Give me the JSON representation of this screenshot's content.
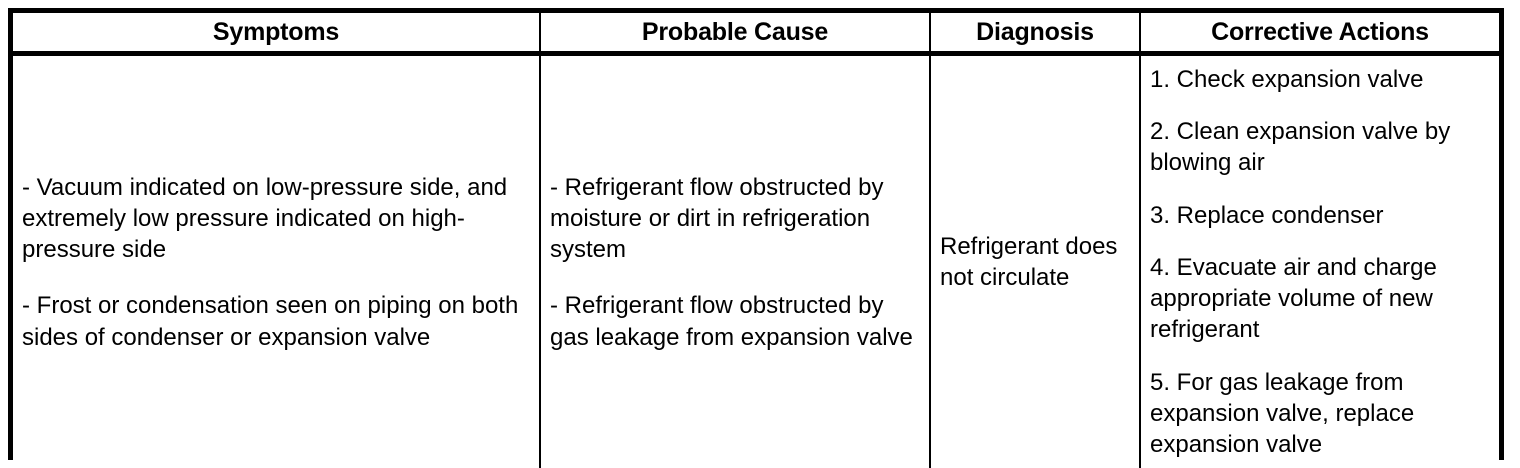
{
  "table": {
    "columns": [
      {
        "key": "symptoms",
        "header": "Symptoms"
      },
      {
        "key": "cause",
        "header": "Probable Cause"
      },
      {
        "key": "diagnosis",
        "header": "Diagnosis"
      },
      {
        "key": "actions",
        "header": "Corrective Actions"
      }
    ],
    "rows": [
      {
        "symptoms": [
          "- Vacuum indicated on low-pressure side, and extremely low pressure indicated on high-pressure side",
          "- Frost or condensation seen on piping on both sides of condenser or expansion valve"
        ],
        "cause": [
          "- Refrigerant flow obstructed by moisture or dirt in refrigeration system",
          "- Refrigerant flow obstructed by gas leakage from expansion valve"
        ],
        "diagnosis": [
          "Refrigerant does not circulate"
        ],
        "actions": [
          "1. Check expansion valve",
          "2. Clean expansion valve by blowing air",
          "3. Replace condenser",
          "4. Evacuate air and charge appropriate volume of new refrigerant",
          "5. For gas leakage from expansion valve, replace expansion valve"
        ]
      }
    ]
  },
  "style": {
    "border_color": "#000000",
    "text_color": "#000000",
    "background": "#ffffff"
  }
}
